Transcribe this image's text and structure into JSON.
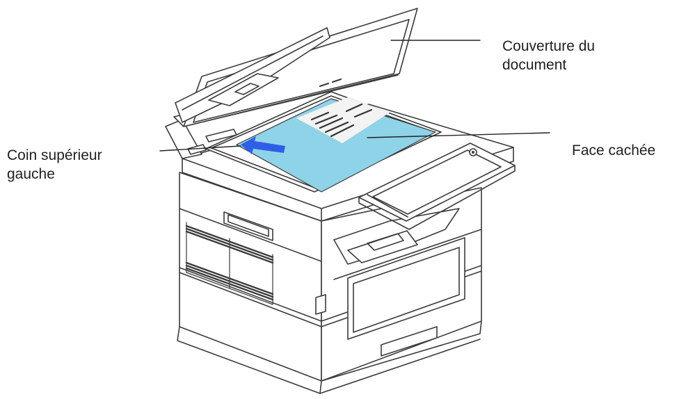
{
  "callouts": {
    "document_cover": {
      "line1": "Couverture du",
      "line2": "document"
    },
    "top_left_corner": {
      "line1": "Coin supérieur",
      "line2": "gauche"
    },
    "face_down": {
      "line1": "Face cachée"
    }
  },
  "colors": {
    "outline": "#3a3a3a",
    "document_sheet": "#8fd3e8",
    "paper_visible": "#f3f3f3",
    "arrow": "#2f5fe6",
    "callout_line": "#222222"
  }
}
